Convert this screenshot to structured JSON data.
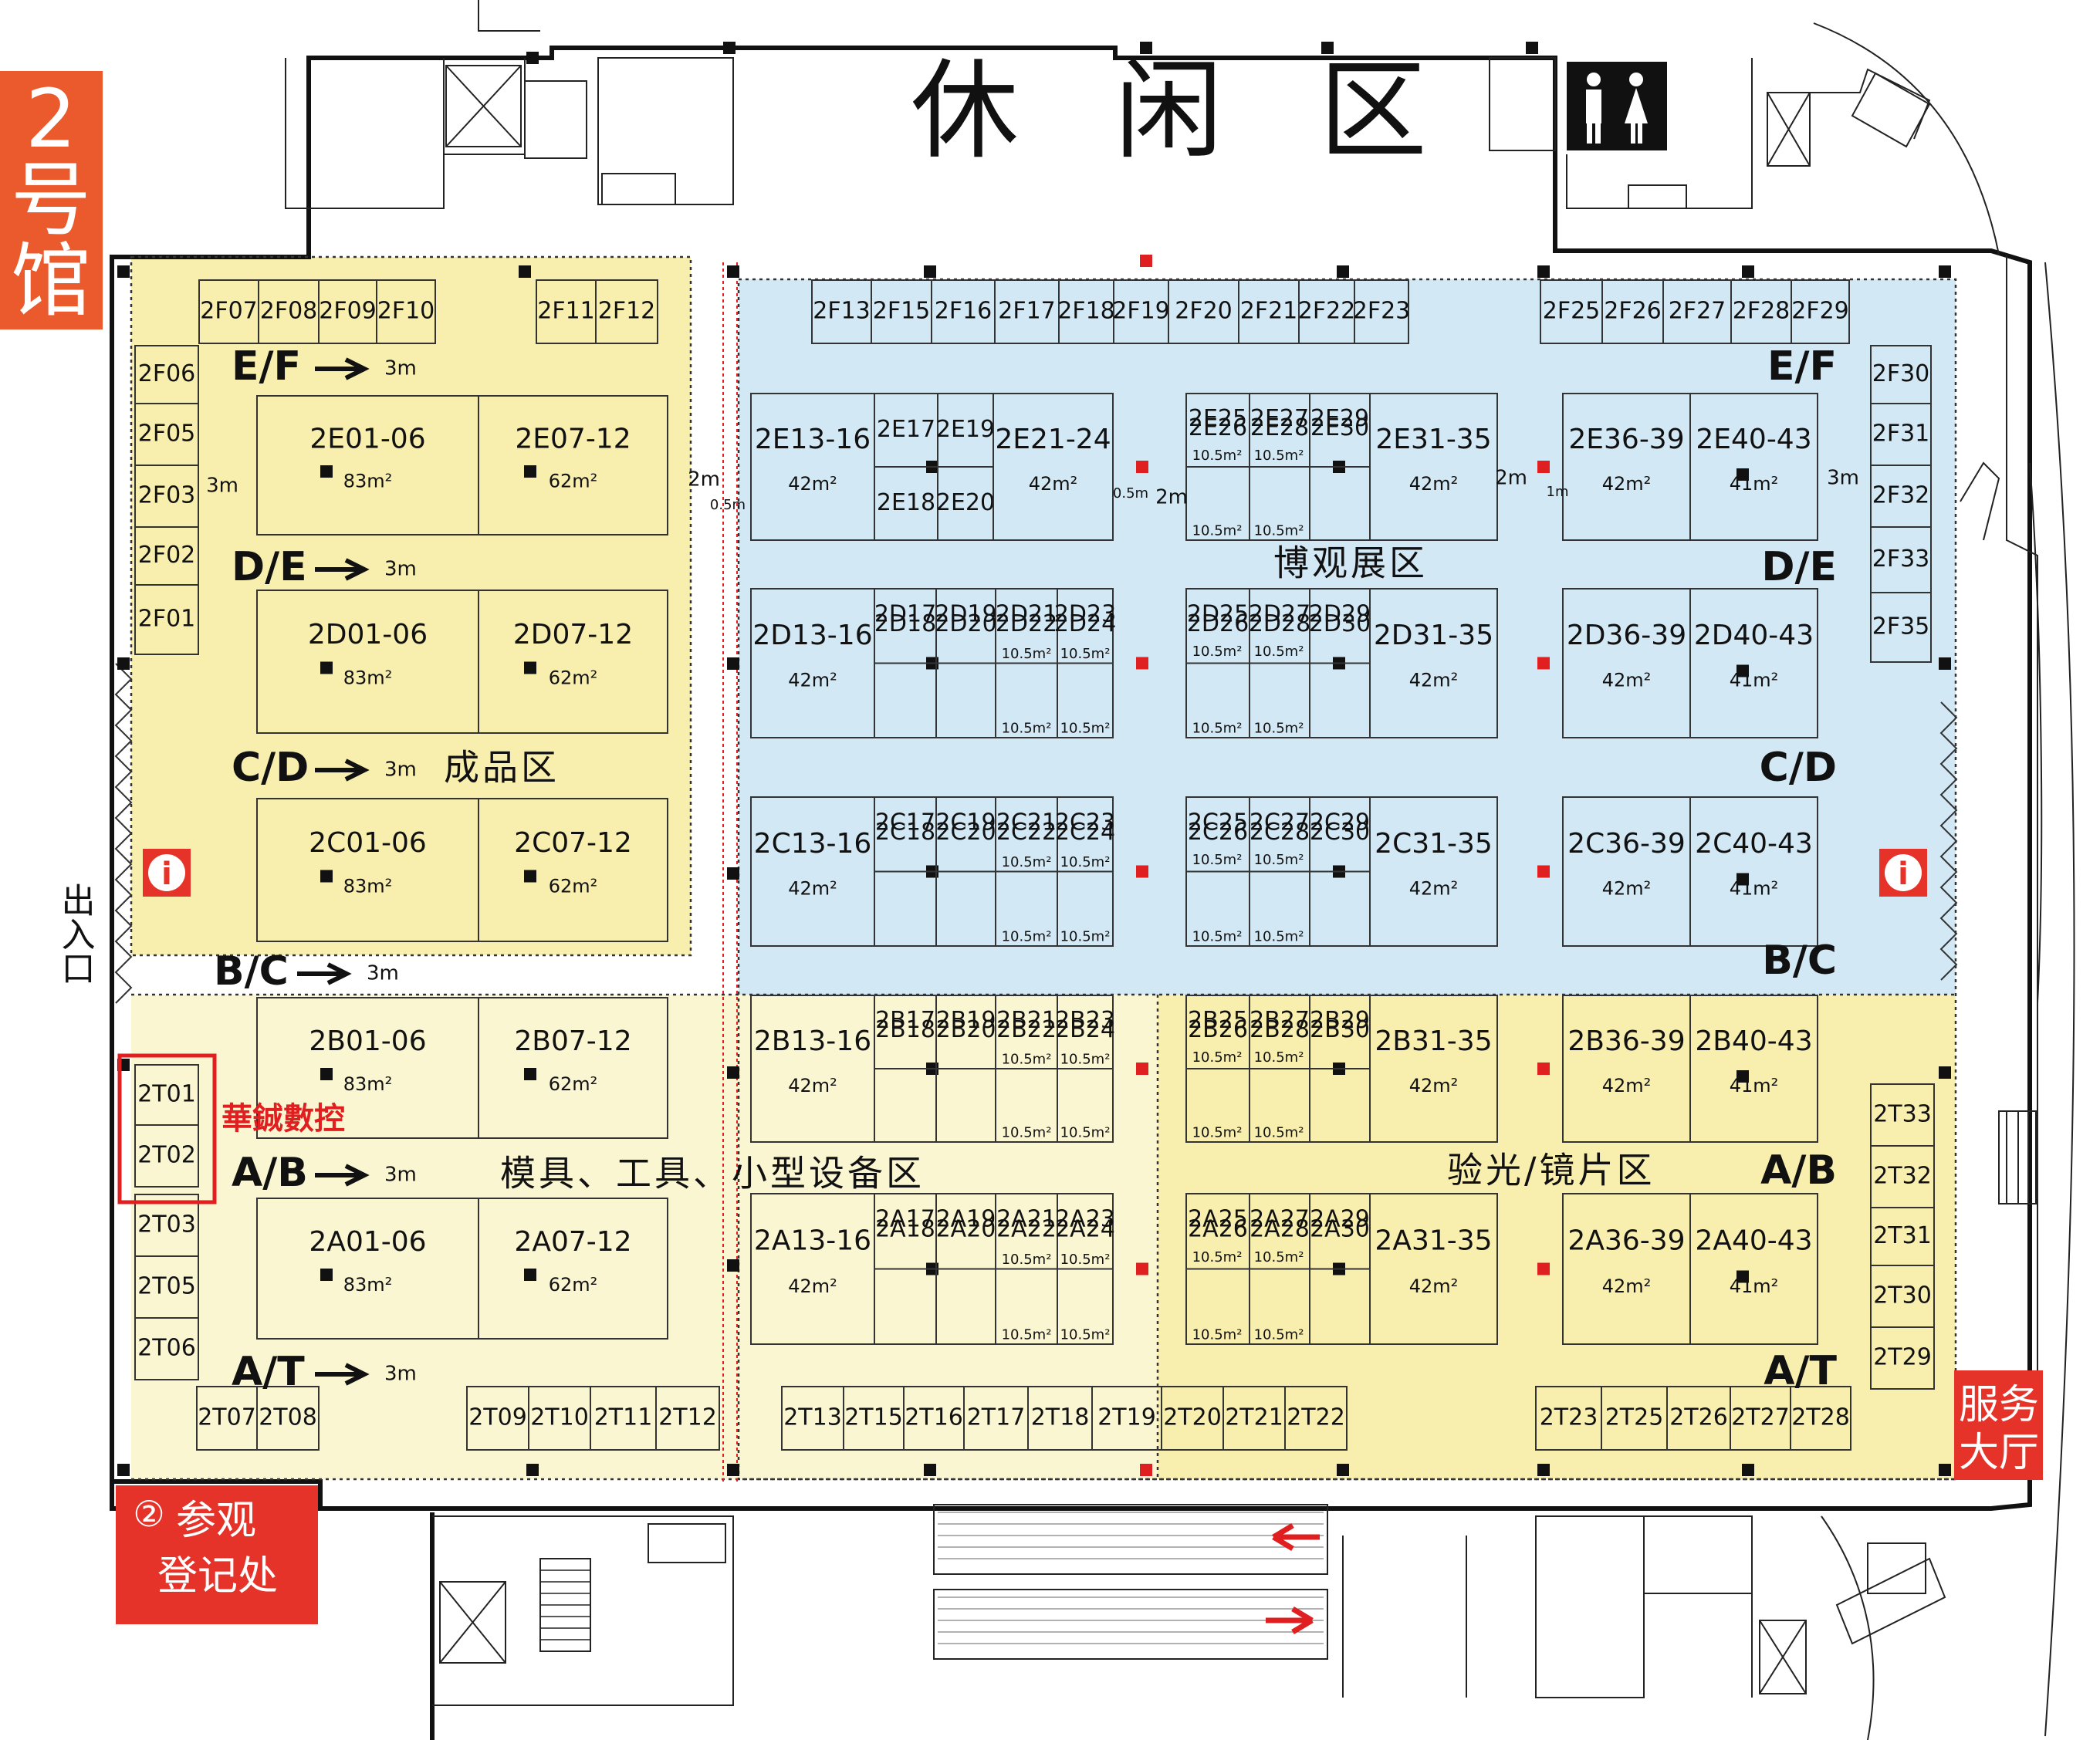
{
  "hall": {
    "label_line1": "2",
    "label_line2": "号",
    "label_line3": "馆"
  },
  "lounge": {
    "label": "休 闲 区"
  },
  "exit": {
    "label": "出入口"
  },
  "registration": {
    "number": "②",
    "line1": "参观",
    "line2": "登记处"
  },
  "service": {
    "line1": "服务",
    "line2": "大厅"
  },
  "exhibitor_callout": {
    "name": "華鋮數控"
  },
  "zones": {
    "finished": "成品区",
    "expo": "博观展区",
    "molds": "模具、工具、小型设备区",
    "optics": "验光/镜片区"
  },
  "aisles": {
    "left": [
      {
        "label": "E/F",
        "width": "3m"
      },
      {
        "label": "D/E",
        "width": "3m"
      },
      {
        "label": "C/D",
        "width": "3m"
      },
      {
        "label": "B/C",
        "width": "3m"
      },
      {
        "label": "A/B",
        "width": "3m"
      },
      {
        "label": "A/T",
        "width": "3m"
      }
    ],
    "right": [
      "E/F",
      "D/E",
      "C/D",
      "B/C",
      "A/B",
      "A/T"
    ],
    "misc_widths": [
      "3m",
      "3m",
      "2m",
      "0.5m",
      "2m",
      "2m",
      "1m",
      "3m",
      "0.5m"
    ]
  },
  "booths": {
    "top_left": [
      "2F07",
      "2F08",
      "2F09",
      "2F10",
      "2F11",
      "2F12"
    ],
    "top_middle": [
      "2F13",
      "2F15",
      "2F16",
      "2F17",
      "2F18",
      "2F19",
      "2F20",
      "2F21",
      "2F22",
      "2F23"
    ],
    "top_right": [
      "2F25",
      "2F26",
      "2F27",
      "2F28",
      "2F29"
    ],
    "left_column_f": [
      "2F06",
      "2F05",
      "2F03",
      "2F02",
      "2F01"
    ],
    "right_column_f": [
      "2F30",
      "2F31",
      "2F32",
      "2F33",
      "2F35"
    ],
    "left_column_t": [
      "2T01",
      "2T02",
      "2T03",
      "2T05",
      "2T06"
    ],
    "right_column_t": [
      "2T33",
      "2T32",
      "2T31",
      "2T30",
      "2T29"
    ],
    "bottom_row": [
      "2T07",
      "2T08",
      "2T09",
      "2T10",
      "2T11",
      "2T12",
      "2T13",
      "2T15",
      "2T16",
      "2T17",
      "2T18",
      "2T19",
      "2T20",
      "2T21",
      "2T22",
      "2T23",
      "2T25",
      "2T26",
      "2T27",
      "2T28"
    ],
    "big_left": [
      {
        "id": "2E01-06",
        "area": "83m²"
      },
      {
        "id": "2E07-12",
        "area": "62m²"
      },
      {
        "id": "2D01-06",
        "area": "83m²"
      },
      {
        "id": "2D07-12",
        "area": "62m²"
      },
      {
        "id": "2C01-06",
        "area": "83m²"
      },
      {
        "id": "2C07-12",
        "area": "62m²"
      },
      {
        "id": "2B01-06",
        "area": "83m²"
      },
      {
        "id": "2B07-12",
        "area": "62m²"
      },
      {
        "id": "2A01-06",
        "area": "83m²"
      },
      {
        "id": "2A07-12",
        "area": "62m²"
      }
    ],
    "row_clusters": [
      {
        "row": "E",
        "b13": "2E13-16",
        "b13_area": "42m²",
        "small": [
          "2E17",
          "2E19",
          "2E18",
          "2E20"
        ],
        "b21": "2E21-24",
        "b21_area": "42m²",
        "mid": [
          "2E25",
          "2E27",
          "2E29",
          "2E26",
          "2E28",
          "2E30"
        ],
        "b31": "2E31-35",
        "b31_area": "42m²",
        "b36": "2E36-39",
        "b36_area": "42m²",
        "b40": "2E40-43",
        "b40_area": "41m²"
      },
      {
        "row": "D",
        "b13": "2D13-16",
        "b13_area": "42m²",
        "quad": [
          "2D17",
          "2D19",
          "2D21",
          "2D23",
          "2D18",
          "2D20",
          "2D22",
          "2D24"
        ],
        "mid": [
          "2D25",
          "2D27",
          "2D29",
          "2D26",
          "2D28",
          "2D30"
        ],
        "b31": "2D31-35",
        "b31_area": "42m²",
        "b36": "2D36-39",
        "b36_area": "42m²",
        "b40": "2D40-43",
        "b40_area": "41m²"
      },
      {
        "row": "C",
        "b13": "2C13-16",
        "b13_area": "42m²",
        "quad": [
          "2C17",
          "2C19",
          "2C21",
          "2C23",
          "2C18",
          "2C20",
          "2C22",
          "2C24"
        ],
        "mid": [
          "2C25",
          "2C27",
          "2C29",
          "2C26",
          "2C28",
          "2C30"
        ],
        "b31": "2C31-35",
        "b31_area": "42m²",
        "b36": "2C36-39",
        "b36_area": "42m²",
        "b40": "2C40-43",
        "b40_area": "41m²"
      },
      {
        "row": "B",
        "b13": "2B13-16",
        "b13_area": "42m²",
        "quad": [
          "2B17",
          "2B19",
          "2B21",
          "2B23",
          "2B18",
          "2B20",
          "2B22",
          "2B24"
        ],
        "mid": [
          "2B25",
          "2B27",
          "2B29",
          "2B26",
          "2B28",
          "2B30"
        ],
        "b31": "2B31-35",
        "b31_area": "42m²",
        "b36": "2B36-39",
        "b36_area": "42m²",
        "b40": "2B40-43",
        "b40_area": "41m²"
      },
      {
        "row": "A",
        "b13": "2A13-16",
        "b13_area": "42m²",
        "quad": [
          "2A17",
          "2A19",
          "2A21",
          "2A23",
          "2A18",
          "2A20",
          "2A22",
          "2A24"
        ],
        "mid": [
          "2A25",
          "2A27",
          "2A29",
          "2A26",
          "2A28",
          "2A30"
        ],
        "b31": "2A31-35",
        "b31_area": "42m²",
        "b36": "2A36-39",
        "b36_area": "42m²",
        "b40": "2A40-43",
        "b40_area": "41m²"
      }
    ],
    "sub_area": "10.5m²"
  },
  "colors": {
    "yellow_dark": "#f8eeae",
    "yellow_light": "#fbf6d2",
    "blue": "#d3e8f5",
    "accent_red": "#e5332a",
    "hall_orange": "#ea5a2c"
  },
  "icons": [
    "info-icon",
    "restroom-icon",
    "arrow-right-icon",
    "escalator-icon",
    "stairs-icon",
    "elevator-icon"
  ]
}
